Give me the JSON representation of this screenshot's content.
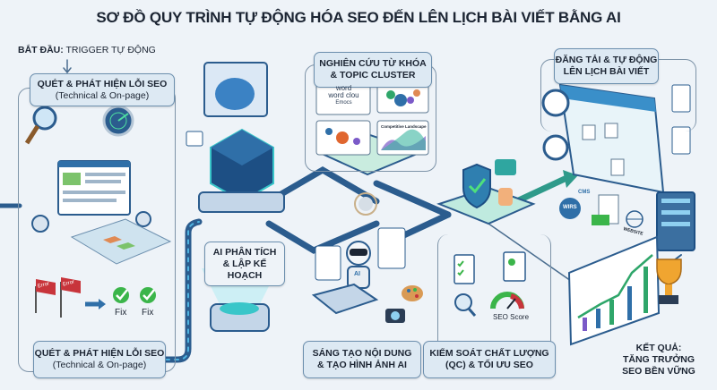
{
  "title": "SƠ ĐỒ QUY TRÌNH TỰ ĐỘNG HÓA SEO ĐẾN LÊN LỊCH BÀI VIẾT BẰNG AI",
  "start": {
    "prefix": "BẮT ĐẦU:",
    "text": "TRIGGER TỰ ĐỘNG"
  },
  "steps": {
    "scan_top": {
      "line1": "QUÉT & PHÁT HIỆN LỖI SEO",
      "line2": "(Technical & On-page)"
    },
    "scan_bottom": {
      "line1": "QUÉT & PHÁT HIỆN LỖI SEO",
      "line2": "(Technical & On-page)"
    },
    "analyze": {
      "line1": "AI PHÂN TÍCH",
      "line2": "& LẬP KẾ HOẠCH"
    },
    "research": {
      "line1": "NGHIÊN CỨU TỪ KHÓA",
      "line2": "& TOPIC CLUSTER"
    },
    "content": {
      "line1": "SÁNG TẠO NỘI DUNG",
      "line2": "& TẠO HÌNH ẢNH AI"
    },
    "qc": {
      "line1": "KIỂM SOÁT CHẤT LƯỢNG",
      "line2": "(QC) & TỐI ƯU SEO"
    },
    "publish": {
      "line1": "ĐĂNG TẢI & TỰ ĐỘNG",
      "line2": "LÊN LỊCH BÀI VIẾT"
    },
    "result": {
      "line1": "KẾT QUẢ:",
      "line2": "TĂNG TRƯỞNG",
      "line3": "SEO BỀN VỮNG"
    }
  },
  "illustration_labels": {
    "error1": "Error",
    "error2": "Error",
    "fix1": "Fix",
    "fix2": "Fix",
    "word_cloud": [
      "word",
      "word clou",
      "Emocs"
    ],
    "competitive": "Competitive Landscape",
    "robot_badge": "AI",
    "seo_score": "SEO Score",
    "cms": "CMS",
    "wp": "WIRS",
    "website": "WEBSITE"
  },
  "colors": {
    "accent": "#2f6fa8",
    "box_fill": "#dde9f3",
    "box_border": "#6c8fae",
    "success": "#3bb54a",
    "error": "#c8343b",
    "teal": "#39c6c9"
  }
}
